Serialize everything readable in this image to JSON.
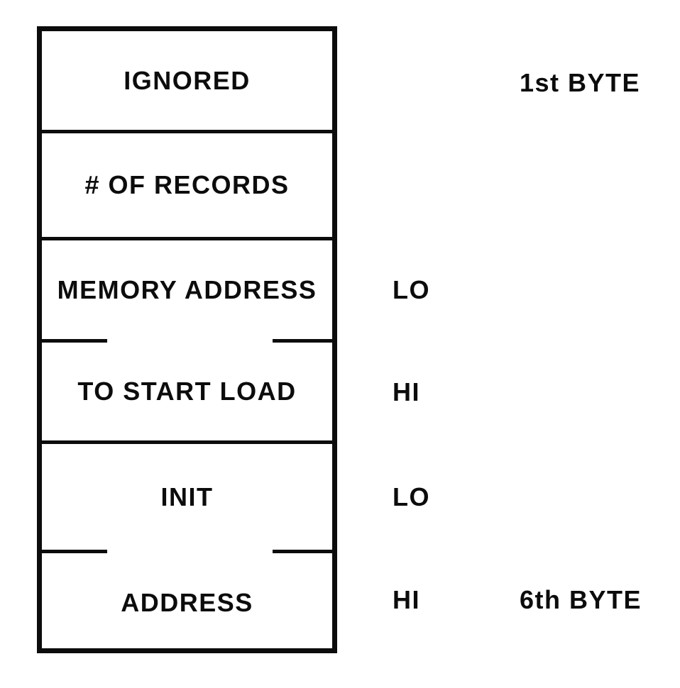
{
  "diagram": {
    "type": "byte-layout",
    "colors": {
      "ink": "#0c0c0c",
      "background": "#ffffff"
    },
    "box": {
      "rows": [
        {
          "label": "IGNORED"
        },
        {
          "label": "# OF RECORDS"
        },
        {
          "label": "MEMORY ADDRESS"
        },
        {
          "label": "TO START LOAD"
        },
        {
          "label": "INIT"
        },
        {
          "label": "ADDRESS"
        }
      ],
      "dividers": [
        {
          "after_row": 1,
          "style": "full"
        },
        {
          "after_row": 2,
          "style": "full"
        },
        {
          "after_row": 3,
          "style": "broken-ends-only"
        },
        {
          "after_row": 4,
          "style": "full"
        },
        {
          "after_row": 5,
          "style": "broken-ends-only"
        }
      ]
    },
    "annotations": {
      "lo_hi": [
        {
          "row": 3,
          "label": "LO"
        },
        {
          "row": 4,
          "label": "HI"
        },
        {
          "row": 5,
          "label": "LO"
        },
        {
          "row": 6,
          "label": "HI"
        }
      ],
      "byte_markers": [
        {
          "row": 1,
          "label": "1st BYTE"
        },
        {
          "row": 6,
          "label": "6th BYTE"
        }
      ]
    }
  }
}
